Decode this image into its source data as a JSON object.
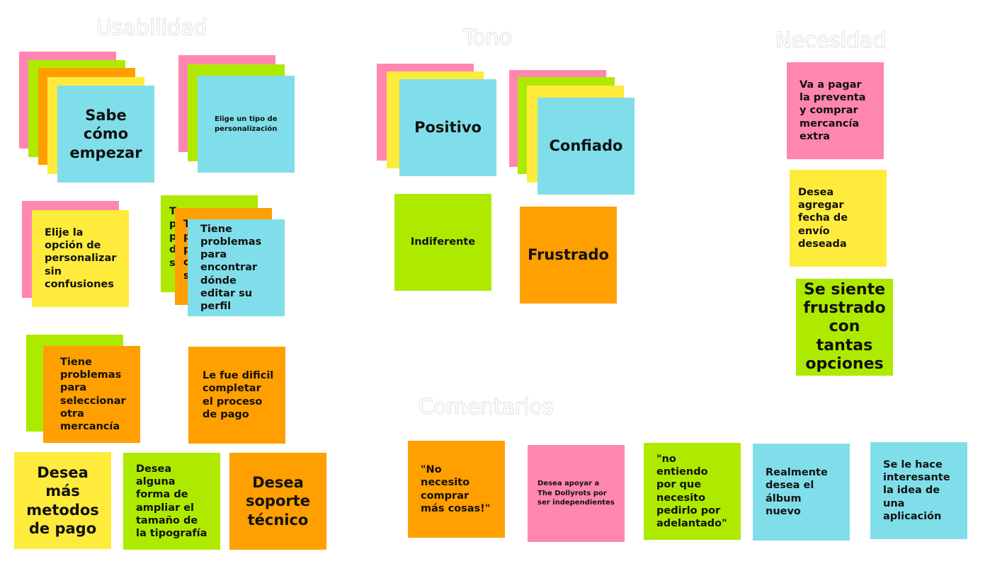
{
  "headings": {
    "usabilidad": "Usabilidad",
    "tono": "Tono",
    "necesidad": "Necesidad",
    "comentarios": "Comentarios"
  },
  "notes": {
    "sabe_como_empezar": "Sabe cómo empezar",
    "elige_tipo": "Elige un tipo de personalización",
    "elije_opcion": "Elije la opción de personalizar sin confusiones",
    "tiene_problemas_perfil": "Tiene problemas para encontrar dónde editar su perfil",
    "behind_perfil_a": "T\np\np\nd\ns",
    "behind_perfil_b": "T\np\np\nc\ns",
    "tiene_problemas_mercancia": "Tiene problemas para seleccionar otra mercancía",
    "le_fue_dificil": "Le fue dificil completar el proceso de pago",
    "desea_mas_metodos": "Desea más metodos de pago",
    "desea_ampliar": "Desea alguna forma de ampliar el tamaño de la tipografía",
    "desea_soporte": "Desea soporte técnico",
    "positivo": "Positivo",
    "confiado": "Confiado",
    "indiferente": "Indiferente",
    "frustrado": "Frustrado",
    "va_a_pagar": "Va a pagar la preventa y comprar mercancía extra",
    "desea_fecha": "Desea agregar fecha de envío deseada",
    "se_siente": "Se siente frustrado con tantas opciones",
    "no_necesito": "\"No necesito comprar más cosas!\"",
    "desea_apoyar": "Desea apoyar a The Dollyrots por ser independientes",
    "no_entiendo": "\"no entiendo por que necesito pedirlo por adelantado\"",
    "realmente": "Realmente desea el álbum nuevo",
    "se_le_hace": "Se le hace interesante la idea de una aplicación"
  },
  "colors": {
    "pink": "#ff86b0",
    "green": "#aeea00",
    "orange": "#ff9f00",
    "yellow": "#ffeb3b",
    "blue": "#80deea"
  }
}
